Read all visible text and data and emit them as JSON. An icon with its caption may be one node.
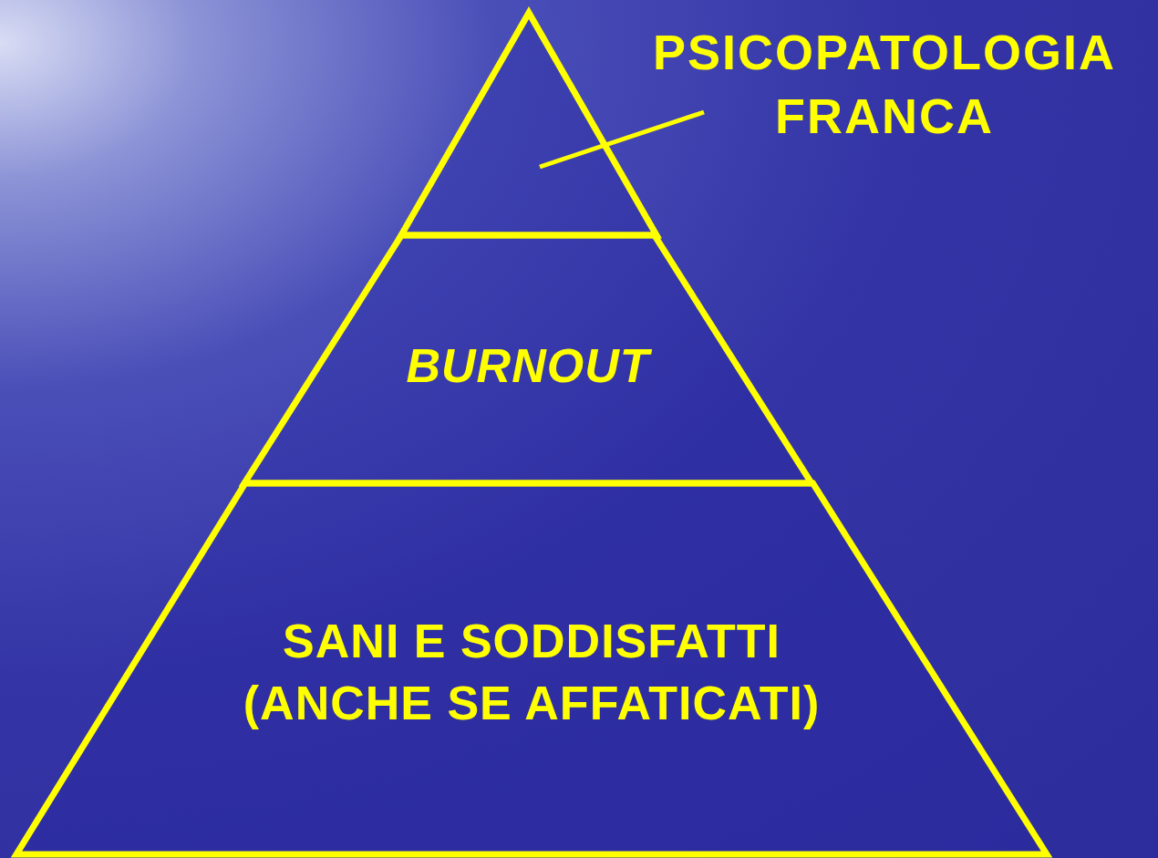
{
  "diagram": {
    "nodes": [
      {
        "text": [
          "PSICOPATOLOGIA FRANCA"
        ]
      },
      {
        "text": [],
        "shape": "triangle"
      },
      {
        "text": [
          "BURNOUT"
        ]
      },
      {
        "text": [
          "SANI E SODDISFATTI (ANCHE SE AFFATICATI)"
        ]
      }
    ],
    "edges": [
      {
        "from": 0,
        "to": 1,
        "arrow": "none"
      }
    ]
  }
}
